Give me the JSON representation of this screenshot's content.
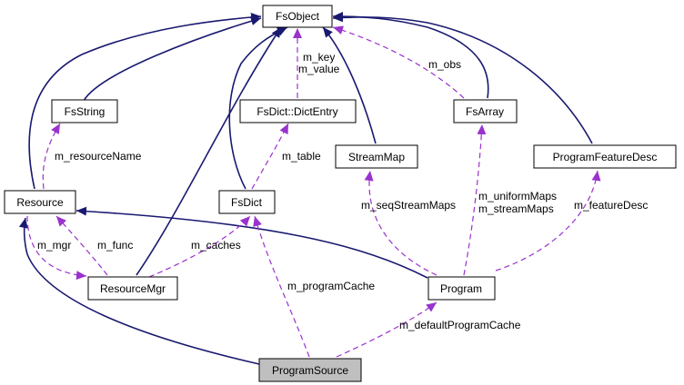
{
  "diagram": {
    "colors": {
      "inheritance": "#191970",
      "usage": "#9a32cd",
      "highlight_fill": "#bfbfbf"
    },
    "nodes": {
      "fsobject": "FsObject",
      "fsstring": "FsString",
      "fsdict_entry": "FsDict::DictEntry",
      "streammap": "StreamMap",
      "fsarray": "FsArray",
      "programfeaturedesc": "ProgramFeatureDesc",
      "resource": "Resource",
      "fsdict": "FsDict",
      "resourcemgr": "ResourceMgr",
      "program": "Program",
      "programsource": "ProgramSource"
    },
    "edge_labels": {
      "m_key": "m_key",
      "m_value": "m_value",
      "m_obs": "m_obs",
      "m_resourceName": "m_resourceName",
      "m_table": "m_table",
      "m_seqStreamMaps": "m_seqStreamMaps",
      "m_uniformMaps": "m_uniformMaps",
      "m_streamMaps": "m_streamMaps",
      "m_featureDesc": "m_featureDesc",
      "m_mgr": "m_mgr",
      "m_func": "m_func",
      "m_caches": "m_caches",
      "m_programCache": "m_programCache",
      "m_defaultProgramCache": "m_defaultProgramCache"
    }
  }
}
